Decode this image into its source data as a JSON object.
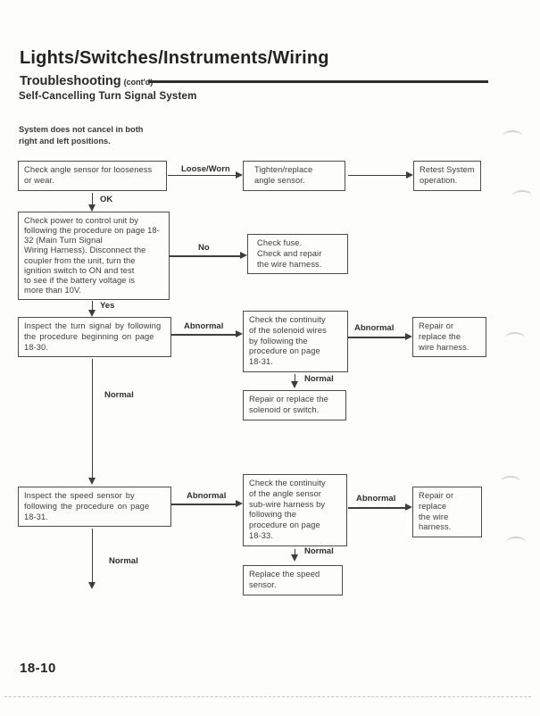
{
  "header": {
    "title": "Lights/Switches/Instruments/Wiring",
    "section": "Troubleshooting",
    "section_note": "(cont'd)",
    "subsection": "Self-Cancelling Turn Signal System"
  },
  "condition": "System does not cancel in both\nright and left positions.",
  "flowchart": {
    "boxes": {
      "check_angle_sensor": "Check angle sensor for looseness\nor wear.",
      "tighten_replace": "Tighten/replace\nangle sensor.",
      "retest": "Retest System\noperation.",
      "check_power": "Check power to control unit by\nfollowing the procedure on page 18-\n32 (Main Turn Signal\nWiring Harness). Disconnect the\ncoupler from the unit, turn the\nignition switch to ON and test\nto see if the battery voltage is\nmore than 10V.",
      "check_fuse": "Check fuse.\nCheck and repair\nthe wire harness.",
      "inspect_turn_signal": "Inspect the turn signal by following\nthe procedure beginning on page\n18-30.",
      "check_solenoid_wires": "Check the continuity\nof the solenoid wires\nby following the\nprocedure on page\n18-31.",
      "repair_harness_1": "Repair or\nreplace the\nwire harness.",
      "repair_solenoid": "Repair or replace the\nsolenoid or switch.",
      "inspect_speed_sensor": "Inspect the speed sensor by\nfollowing the procedure on page\n18-31.",
      "check_angle_subharness": "Check the continuity\nof the angle sensor\nsub-wire harness by\nfollowing the\nprocedure on page\n18-33.",
      "repair_harness_2": "Repair or\nreplace\nthe wire\nharness.",
      "replace_speed_sensor": "Replace the speed\nsensor."
    },
    "labels": {
      "loose_worn": "Loose/Worn",
      "ok": "OK",
      "no": "No",
      "yes": "Yes",
      "abnormal": "Abnormal",
      "normal": "Normal"
    }
  },
  "footer": {
    "page_number": "18-10"
  }
}
